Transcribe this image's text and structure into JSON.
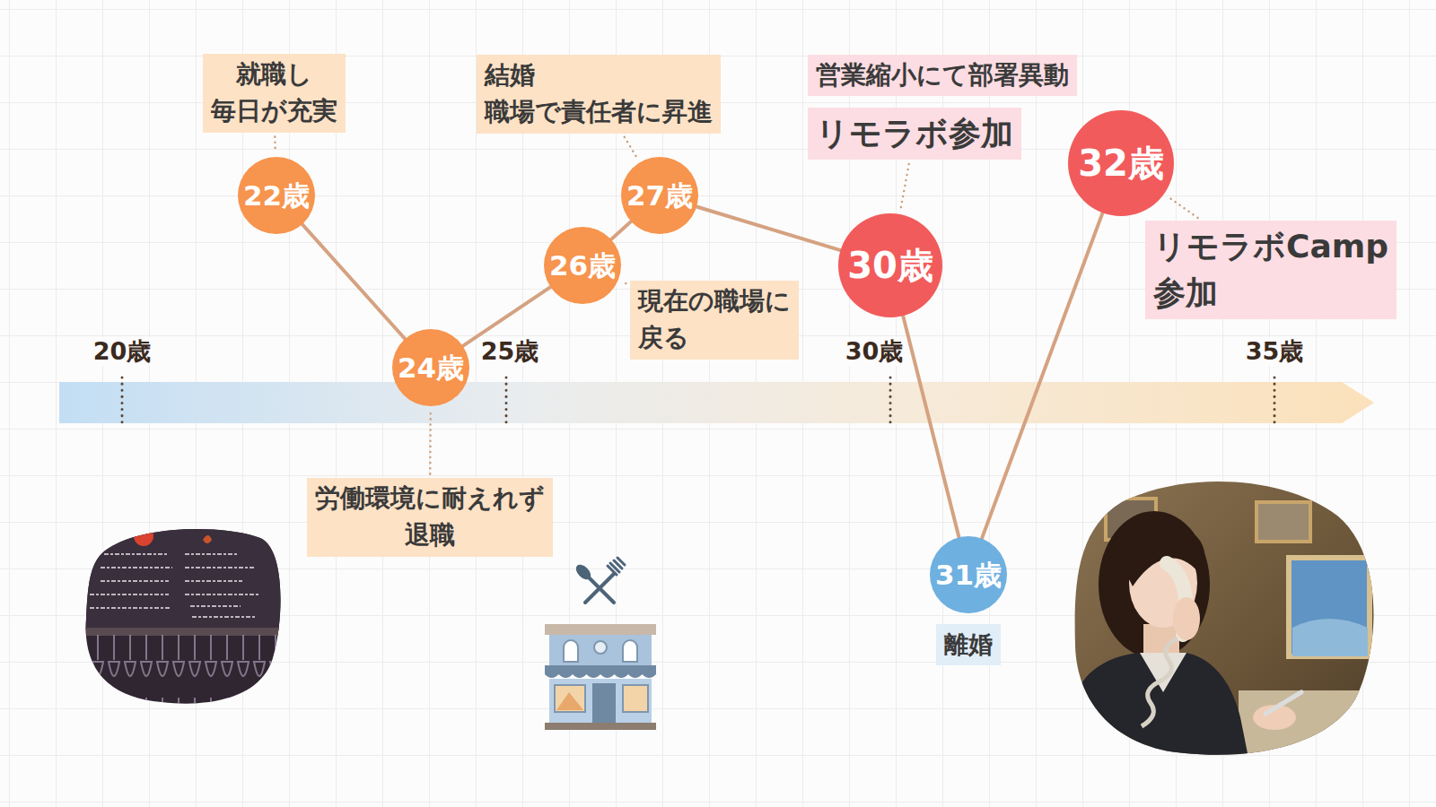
{
  "diagram": {
    "nodes": [
      {
        "text": [
          "就職し 毎日が充実"
        ]
      },
      {
        "text": [
          "22歳"
        ]
      },
      {
        "text": [
          "24歳"
        ]
      },
      {
        "text": [
          "労働環境に耐えれず 退職"
        ]
      },
      {
        "text": [
          "26歳"
        ]
      },
      {
        "text": [
          "現在の職場に 戻る"
        ]
      },
      {
        "text": [
          "結婚 職場で責任者に昇進"
        ]
      },
      {
        "text": [
          "27歳"
        ]
      },
      {
        "text": [
          "営業縮小にて部署異動"
        ]
      },
      {
        "text": [
          "リモラボ参加"
        ]
      },
      {
        "text": [
          "30歳"
        ]
      },
      {
        "text": [
          "31歳"
        ]
      },
      {
        "text": [
          "離婚"
        ]
      },
      {
        "text": [
          "32歳"
        ]
      },
      {
        "text": [
          "リモラボCamp 参加"
        ]
      }
    ],
    "edges": [
      {
        "from": 1,
        "to": 2,
        "arrow": "none"
      },
      {
        "from": 2,
        "to": 4,
        "arrow": "none"
      },
      {
        "from": 4,
        "to": 7,
        "arrow": "none"
      },
      {
        "from": 7,
        "to": 10,
        "arrow": "none"
      },
      {
        "from": 10,
        "to": 11,
        "arrow": "none"
      },
      {
        "from": 11,
        "to": 13,
        "arrow": "none"
      },
      {
        "from": 0,
        "to": 1,
        "arrow": "none"
      },
      {
        "from": 3,
        "to": 2,
        "arrow": "none"
      },
      {
        "from": 5,
        "to": 4,
        "arrow": "none"
      },
      {
        "from": 6,
        "to": 7,
        "arrow": "none"
      },
      {
        "from": 9,
        "to": 10,
        "arrow": "none"
      },
      {
        "from": 14,
        "to": 13,
        "arrow": "none"
      }
    ],
    "labels": [
      "20歳",
      "25歳",
      "30歳",
      "35歳"
    ]
  }
}
